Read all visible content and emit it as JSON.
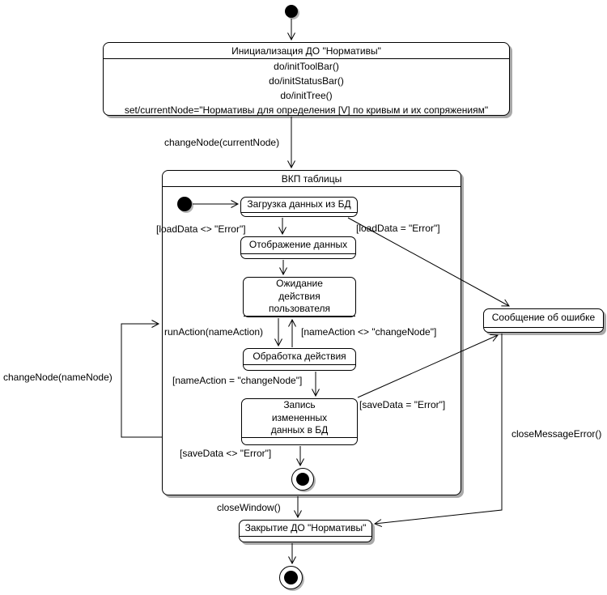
{
  "diagram": {
    "states": {
      "init": {
        "title": "Инициализация ДО \"Нормативы\"",
        "actions": [
          "do/initToolBar()",
          "do/initStatusBar()",
          "do/initTree()",
          "set/currentNode=\"Нормативы для определения [V] по кривым и их сопряжениям\""
        ]
      },
      "vkp": {
        "title": "ВКП таблицы"
      },
      "load": {
        "title": "Загрузка данных из БД"
      },
      "display": {
        "title": "Отображение данных"
      },
      "wait": {
        "title": "Ожидание действия пользователя"
      },
      "process": {
        "title": "Обработка действия"
      },
      "save": {
        "title": "Запись измененных данных в БД"
      },
      "error": {
        "title": "Сообщение об ошибке"
      },
      "close": {
        "title": "Закрытие ДО \"Нормативы\""
      }
    },
    "transitions": {
      "change_node_current": "changeNode(currentNode)",
      "load_ok": "[loadData <> \"Error\"]",
      "load_err": "[loadData = \"Error\"]",
      "run_action": "runAction(nameAction)",
      "action_not_change": "[nameAction <> \"changeNode\"]",
      "action_change": "[nameAction = \"changeNode\"]",
      "save_err": "[saveData = \"Error\"]",
      "save_ok": "[saveData <> \"Error\"]",
      "change_node_name": "changeNode(nameNode)",
      "close_window": "closeWindow()",
      "close_message_error": "closeMessageError()"
    },
    "colors": {
      "line": "#000000",
      "shadow": "#a9a9a9",
      "background": "#ffffff"
    }
  }
}
